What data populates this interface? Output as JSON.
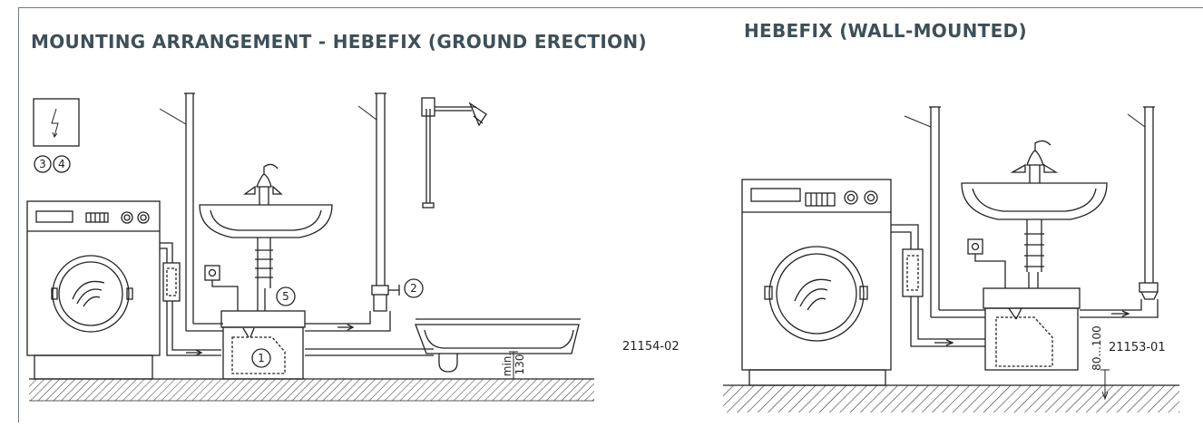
{
  "left_panel": {
    "title": "MOUNTING ARRANGEMENT - HEBEFIX (GROUND ERECTION)",
    "drawing_number": "21154-02",
    "callouts": [
      "1",
      "2",
      "3",
      "4",
      "5"
    ],
    "electrical_symbol": "ϟ",
    "min_height_label": "min.",
    "min_height_value": "130"
  },
  "right_panel": {
    "title": "HEBEFIX (WALL-MOUNTED)",
    "drawing_number": "21153-01",
    "height_range": "80...100"
  }
}
